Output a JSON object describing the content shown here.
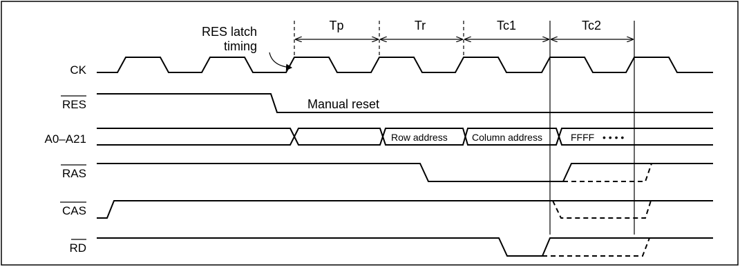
{
  "signals": {
    "ck": "CK",
    "res": "RES",
    "addr": "A0–A21",
    "ras": "RAS",
    "cas": "CAS",
    "rd": "RD"
  },
  "periods": {
    "tp": "Tp",
    "tr": "Tr",
    "tc1": "Tc1",
    "tc2": "Tc2"
  },
  "annotations": {
    "res_latch_line1": "RES latch",
    "res_latch_line2": "timing",
    "manual_reset": "Manual reset"
  },
  "bus_values": {
    "row": "Row address",
    "column": "Column address",
    "ffff": "FFFF"
  },
  "dots": "• • • •"
}
